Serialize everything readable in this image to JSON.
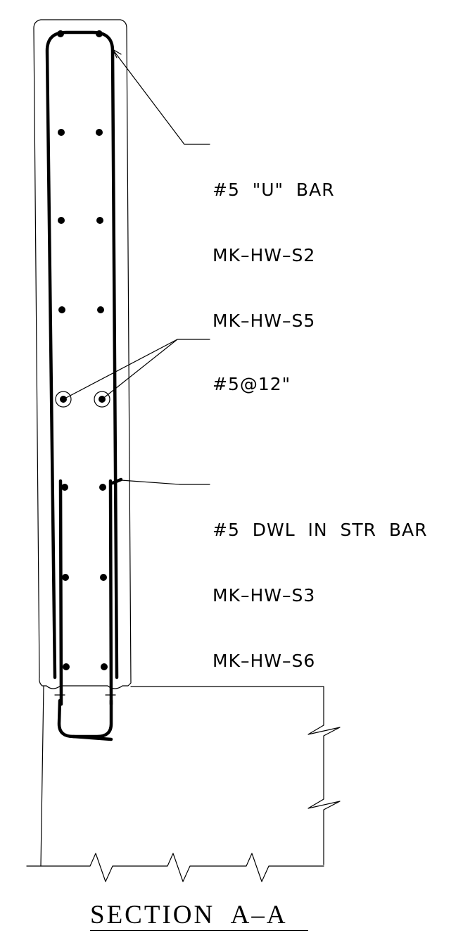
{
  "callouts": {
    "u_bar": [
      "#5  \"U\"  BAR",
      "MK–HW–S2",
      "MK–HW–S5"
    ],
    "spacing": [
      "#5@12\""
    ],
    "dowel": [
      "#5  DWL  IN  STR  BAR",
      "MK–HW–S3",
      "MK–HW–S6"
    ]
  },
  "section_title": "SECTION  A–A",
  "colors": {
    "ink": "#000000",
    "background": "#ffffff"
  }
}
